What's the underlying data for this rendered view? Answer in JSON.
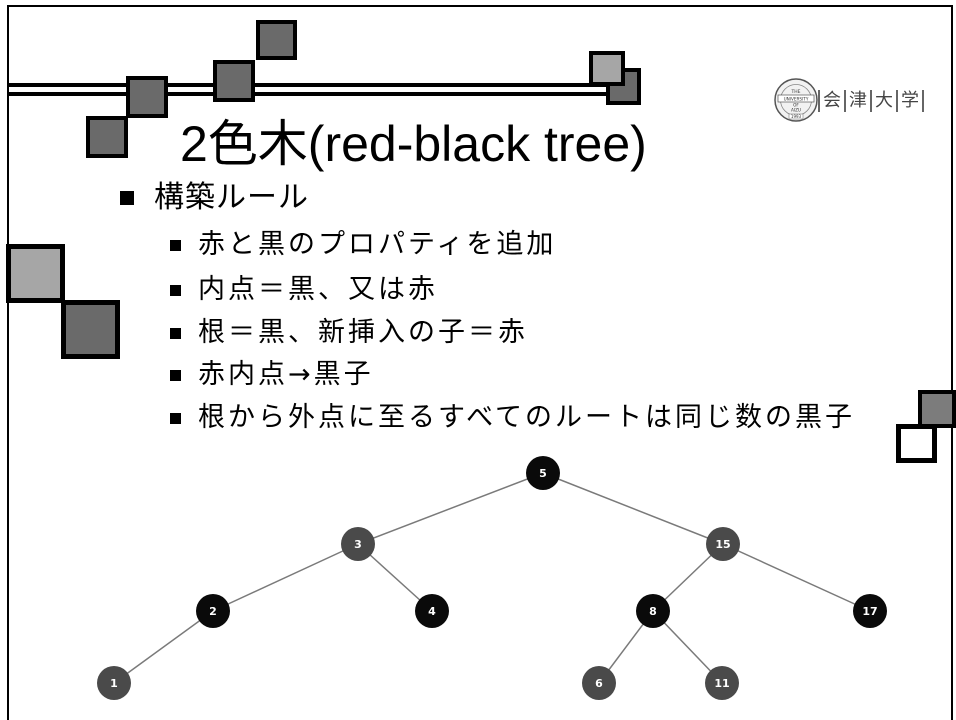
{
  "slide": {
    "title": "2色木(red-black tree)",
    "level1": {
      "label": "構築ルール"
    },
    "level2": [
      {
        "label": "赤と黒のプロパティを追加"
      },
      {
        "label": "内点＝黒、又は赤"
      },
      {
        "label": "根＝黒、新挿入の子＝赤"
      },
      {
        "label": "赤内点→黒子"
      },
      {
        "label": "根から外点に至るすべてのルートは同じ数の黒子"
      }
    ]
  },
  "logo": {
    "seal": {
      "line1": "THE",
      "line2": "UNIVERSITY",
      "line3": "OF",
      "line4": "AIZU",
      "year": "1993"
    },
    "name_chars": [
      "会",
      "津",
      "大",
      "学"
    ]
  },
  "tree": {
    "nodes": [
      {
        "label": "5",
        "color": "black",
        "parent": null
      },
      {
        "label": "3",
        "color": "red",
        "parent": 0
      },
      {
        "label": "15",
        "color": "red",
        "parent": 0
      },
      {
        "label": "2",
        "color": "black",
        "parent": 1
      },
      {
        "label": "4",
        "color": "black",
        "parent": 1
      },
      {
        "label": "8",
        "color": "black",
        "parent": 2
      },
      {
        "label": "17",
        "color": "black",
        "parent": 2
      },
      {
        "label": "1",
        "color": "red",
        "parent": 3
      },
      {
        "label": "6",
        "color": "red",
        "parent": 5
      },
      {
        "label": "11",
        "color": "red",
        "parent": 5
      }
    ]
  },
  "colors": {
    "node_black": "#0a0a0a",
    "node_red": "#4a4a4a",
    "edge": "#7a7a7a",
    "node_label": "#ffffff"
  }
}
